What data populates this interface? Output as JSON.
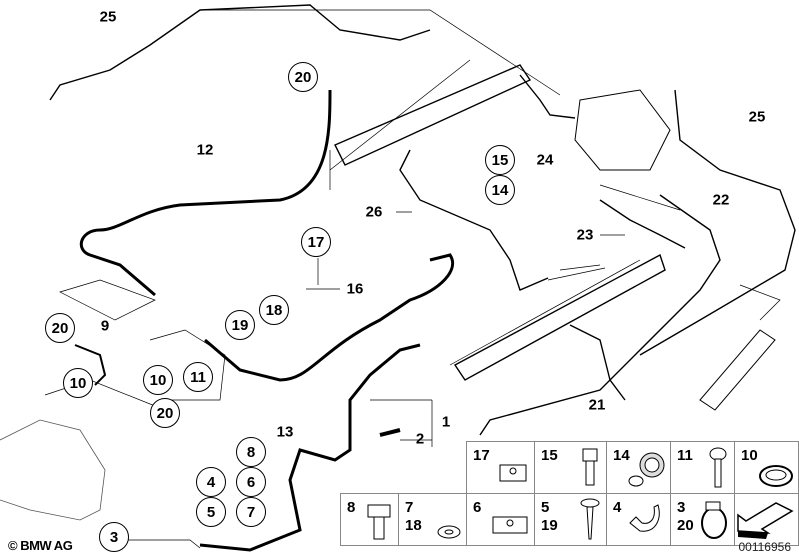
{
  "callouts": [
    {
      "id": "c25a",
      "text": "25",
      "circled": false
    },
    {
      "id": "c20a",
      "text": "20",
      "circled": true
    },
    {
      "id": "c12",
      "text": "12",
      "circled": false
    },
    {
      "id": "c15",
      "text": "15",
      "circled": true
    },
    {
      "id": "c14",
      "text": "14",
      "circled": true
    },
    {
      "id": "c24",
      "text": "24",
      "circled": false
    },
    {
      "id": "c25b",
      "text": "25",
      "circled": false
    },
    {
      "id": "c22",
      "text": "22",
      "circled": false
    },
    {
      "id": "c26",
      "text": "26",
      "circled": false
    },
    {
      "id": "c23",
      "text": "23",
      "circled": false
    },
    {
      "id": "c17",
      "text": "17",
      "circled": true
    },
    {
      "id": "c16",
      "text": "16",
      "circled": false
    },
    {
      "id": "c18",
      "text": "18",
      "circled": true
    },
    {
      "id": "c19",
      "text": "19",
      "circled": true
    },
    {
      "id": "c20b",
      "text": "20",
      "circled": true
    },
    {
      "id": "c9",
      "text": "9",
      "circled": false
    },
    {
      "id": "c10a",
      "text": "10",
      "circled": true
    },
    {
      "id": "c10b",
      "text": "10",
      "circled": true
    },
    {
      "id": "c11",
      "text": "11",
      "circled": true
    },
    {
      "id": "c20c",
      "text": "20",
      "circled": true
    },
    {
      "id": "c13",
      "text": "13",
      "circled": false
    },
    {
      "id": "c1",
      "text": "1",
      "circled": false
    },
    {
      "id": "c2",
      "text": "2",
      "circled": false
    },
    {
      "id": "c21",
      "text": "21",
      "circled": false
    },
    {
      "id": "c8",
      "text": "8",
      "circled": true
    },
    {
      "id": "c4",
      "text": "4",
      "circled": true
    },
    {
      "id": "c6",
      "text": "6",
      "circled": true
    },
    {
      "id": "c5",
      "text": "5",
      "circled": true
    },
    {
      "id": "c7",
      "text": "7",
      "circled": true
    },
    {
      "id": "c3",
      "text": "3",
      "circled": true
    }
  ],
  "parts_table": [
    {
      "label": "17",
      "icon": "clamp-double"
    },
    {
      "label": "15",
      "icon": "socket-screw"
    },
    {
      "label": "14",
      "icon": "pipe-clip"
    },
    {
      "label": "11",
      "icon": "bolt"
    },
    {
      "label": "10",
      "icon": "seal-ring"
    },
    {
      "label": "8",
      "icon": "hex-bolt"
    },
    {
      "label": "7\n18",
      "icon": "washer"
    },
    {
      "label": "6",
      "icon": "clamp-triple"
    },
    {
      "label": "5\n19",
      "icon": "self-tapping-screw"
    },
    {
      "label": "4",
      "icon": "holder-bracket"
    },
    {
      "label": "3\n20",
      "icon": "hose-clamp"
    },
    {
      "label": "",
      "icon": "arrow-direction"
    }
  ],
  "copyright": "© BMW AG",
  "document_number": "00116956"
}
